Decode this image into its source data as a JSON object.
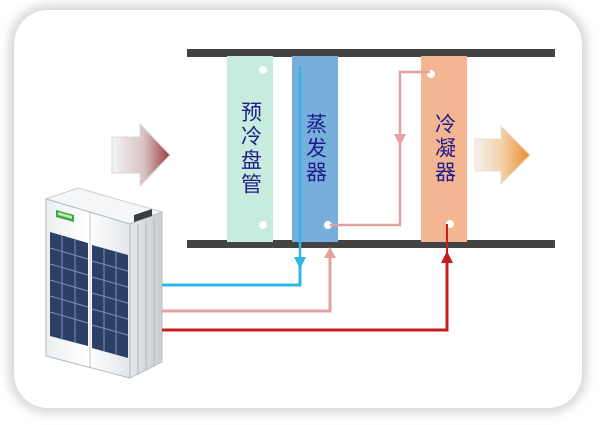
{
  "coils": {
    "precool": {
      "label": "预冷盘管"
    },
    "evaporator": {
      "label": "蒸发器"
    },
    "condenser": {
      "label": "冷凝器"
    }
  },
  "colors": {
    "precool_coil": "#c7ebdc",
    "evaporator_coil": "#78aedb",
    "condenser_coil": "#f3b592",
    "cold_pipe": "#2fb6e4",
    "warm_pipe": "#e5a0a0",
    "hot_pipe": "#c61d1d",
    "duct_bar": "#434343"
  },
  "icons": {
    "intake_arrow": "airflow-in-arrow-icon",
    "exhaust_arrow": "airflow-out-arrow-icon",
    "outdoor_unit": "outdoor-condensing-unit"
  }
}
